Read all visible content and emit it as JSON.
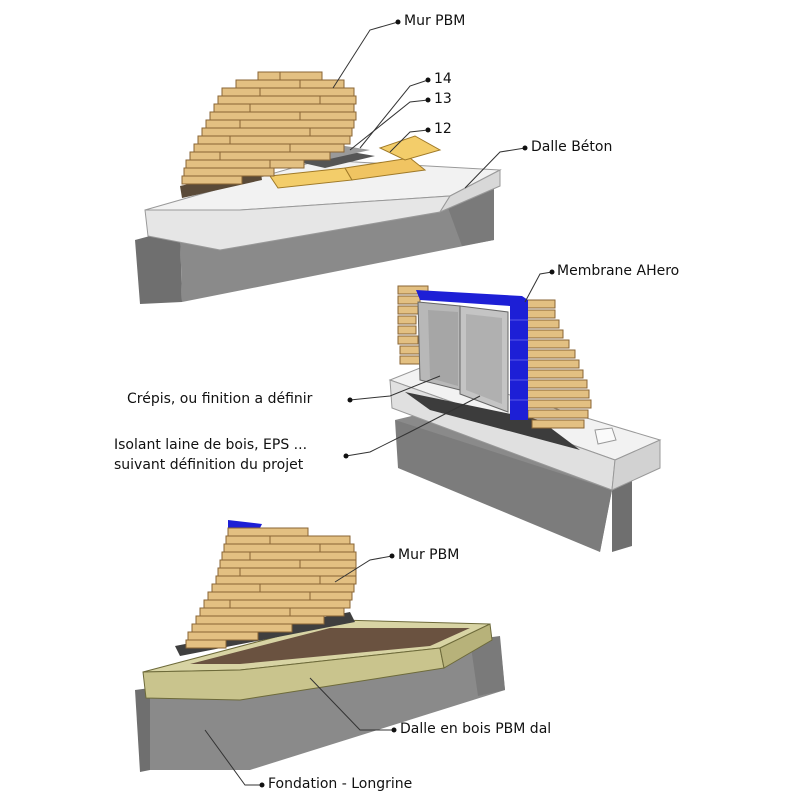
{
  "colors": {
    "concrete_dark": "#7d7d7d",
    "concrete_mid": "#a9a9a9",
    "concrete_light": "#e9e9e9",
    "wood_light": "#e8c889",
    "wood_mid": "#c99b55",
    "wood_dark": "#7a5a30",
    "insulation_yellow": "#f3cd6a",
    "membrane_blue": "#1d1fd6",
    "panel_gray": "#b8b8b8",
    "leader_line": "#333333"
  },
  "diagram_top": {
    "labels": {
      "mur_pbm": "Mur PBM",
      "n14": "14",
      "n13": "13",
      "n12": "12",
      "dalle_beton": "Dalle Béton"
    }
  },
  "diagram_middle": {
    "labels": {
      "membrane": "Membrane AHero",
      "crepis": "Crépis, ou finition a définir",
      "isolant_line1": "Isolant laine de bois, EPS ...",
      "isolant_line2": "suivant définition du projet"
    }
  },
  "diagram_bottom": {
    "labels": {
      "mur_pbm": "Mur PBM",
      "dalle_bois": "Dalle en bois PBM dal",
      "fondation": "Fondation - Longrine"
    }
  }
}
